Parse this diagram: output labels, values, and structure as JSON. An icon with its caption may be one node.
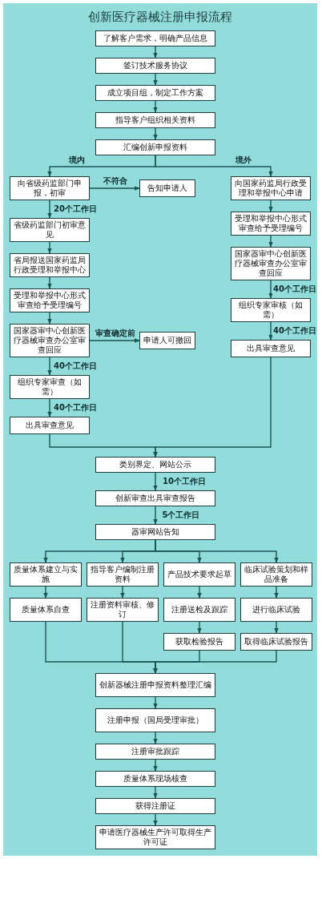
{
  "diagram": {
    "title": "创新医疗器械注册申报流程",
    "nodes": [
      {
        "text": [
          "了解客户需求，明确产品信息"
        ]
      },
      {
        "text": [
          "签订技术服务协议"
        ]
      },
      {
        "text": [
          "成立项目组，制定工作方案"
        ]
      },
      {
        "text": [
          "指导客户组织相关资料"
        ]
      },
      {
        "text": [
          "汇编创新申报资料"
        ]
      },
      {
        "text": [
          "向省级药监部门申报，初审"
        ]
      },
      {
        "text": [
          "告知申请人"
        ]
      },
      {
        "text": [
          "省级药监部门初审意见"
        ]
      },
      {
        "text": [
          "省局报送国家药监局行政受理和举报中心"
        ]
      },
      {
        "text": [
          "受理和举报中心形式审查给予受理编号"
        ]
      },
      {
        "text": [
          "国家器审中心创新医疗器械审查办公室审查回应"
        ]
      },
      {
        "text": [
          "申请人可撤回"
        ]
      },
      {
        "text": [
          "组织专家审查（如需）"
        ]
      },
      {
        "text": [
          "出具审查意见"
        ]
      },
      {
        "text": [
          "向国家药监局行政受理和举报中心申请"
        ]
      },
      {
        "text": [
          "受理和举报中心形式审查给予受理编号"
        ]
      },
      {
        "text": [
          "国家器审中心创新医疗器械审查办公室审查回应"
        ]
      },
      {
        "text": [
          "组织专家审核（如需）"
        ]
      },
      {
        "text": [
          "出具审查意见"
        ]
      },
      {
        "text": [
          "类别界定、网站公示"
        ]
      },
      {
        "text": [
          "创新审查出具审查报告"
        ]
      },
      {
        "text": [
          "器审网站告知"
        ]
      },
      {
        "text": [
          "质量体系建立与实施"
        ]
      },
      {
        "text": [
          "指导客户编制注册资料"
        ]
      },
      {
        "text": [
          "产品技术要求起草"
        ]
      },
      {
        "text": [
          "临床试验策划和样品准备"
        ]
      },
      {
        "text": [
          "质量体系自查"
        ]
      },
      {
        "text": [
          "注册资料审核、修订"
        ]
      },
      {
        "text": [
          "注册送检及跟踪"
        ]
      },
      {
        "text": [
          "进行临床试验"
        ]
      },
      {
        "text": [
          "获取检验报告"
        ]
      },
      {
        "text": [
          "取得临床试验报告"
        ]
      },
      {
        "text": [
          "创新器械注册申报资料整理汇编"
        ]
      },
      {
        "text": [
          "注册申报（国局受理审批）"
        ]
      },
      {
        "text": [
          "注册审批跟踪"
        ]
      },
      {
        "text": [
          "质量体系现场核查"
        ]
      },
      {
        "text": [
          "获得注册证"
        ]
      },
      {
        "text": [
          "申请医疗器械生产许可取得生产许可证"
        ]
      }
    ],
    "edges": [
      {
        "from": 0,
        "to": 1,
        "arrow": "to"
      },
      {
        "from": 1,
        "to": 2,
        "arrow": "to"
      },
      {
        "from": 2,
        "to": 3,
        "arrow": "to"
      },
      {
        "from": 3,
        "to": 4,
        "arrow": "to"
      },
      {
        "from": 4,
        "to": 5,
        "arrow": "to",
        "label": "境内"
      },
      {
        "from": 4,
        "to": 14,
        "arrow": "to",
        "label": "境外"
      },
      {
        "from": 5,
        "to": 6,
        "arrow": "to",
        "label": "不符合"
      },
      {
        "from": 5,
        "to": 7,
        "arrow": "to",
        "label": "20个工作日"
      },
      {
        "from": 7,
        "to": 8,
        "arrow": "to"
      },
      {
        "from": 8,
        "to": 9,
        "arrow": "to"
      },
      {
        "from": 9,
        "to": 10,
        "arrow": "to"
      },
      {
        "from": 10,
        "to": 11,
        "arrow": "to",
        "label": "审查确定前"
      },
      {
        "from": 10,
        "to": 12,
        "arrow": "to",
        "label": "40个工作日"
      },
      {
        "from": 12,
        "to": 13,
        "arrow": "to",
        "label": "40个工作日"
      },
      {
        "from": 14,
        "to": 15,
        "arrow": "to"
      },
      {
        "from": 15,
        "to": 16,
        "arrow": "to"
      },
      {
        "from": 16,
        "to": 17,
        "arrow": "to",
        "label": "40个工作日"
      },
      {
        "from": 17,
        "to": 18,
        "arrow": "to",
        "label": "40个工作日"
      },
      {
        "from": 13,
        "to": 19,
        "arrow": "to"
      },
      {
        "from": 18,
        "to": 19,
        "arrow": "to"
      },
      {
        "from": 19,
        "to": 20,
        "arrow": "to",
        "label": "10个工作日"
      },
      {
        "from": 20,
        "to": 21,
        "arrow": "to",
        "label": "5个工作日"
      },
      {
        "from": 21,
        "to": 22,
        "arrow": "to"
      },
      {
        "from": 21,
        "to": 23,
        "arrow": "to"
      },
      {
        "from": 21,
        "to": 24,
        "arrow": "to"
      },
      {
        "from": 21,
        "to": 25,
        "arrow": "to"
      },
      {
        "from": 22,
        "to": 26,
        "arrow": "to"
      },
      {
        "from": 23,
        "to": 27,
        "arrow": "to"
      },
      {
        "from": 24,
        "to": 28,
        "arrow": "to"
      },
      {
        "from": 25,
        "to": 29,
        "arrow": "to"
      },
      {
        "from": 28,
        "to": 30,
        "arrow": "to"
      },
      {
        "from": 29,
        "to": 31,
        "arrow": "to"
      },
      {
        "from": 26,
        "to": 32,
        "arrow": "to"
      },
      {
        "from": 27,
        "to": 32,
        "arrow": "to"
      },
      {
        "from": 30,
        "to": 32,
        "arrow": "to"
      },
      {
        "from": 31,
        "to": 32,
        "arrow": "to"
      },
      {
        "from": 32,
        "to": 33,
        "arrow": "to"
      },
      {
        "from": 33,
        "to": 34,
        "arrow": "to"
      },
      {
        "from": 34,
        "to": 35,
        "arrow": "to"
      },
      {
        "from": 35,
        "to": 36,
        "arrow": "to"
      },
      {
        "from": 36,
        "to": 37,
        "arrow": "to"
      }
    ]
  }
}
